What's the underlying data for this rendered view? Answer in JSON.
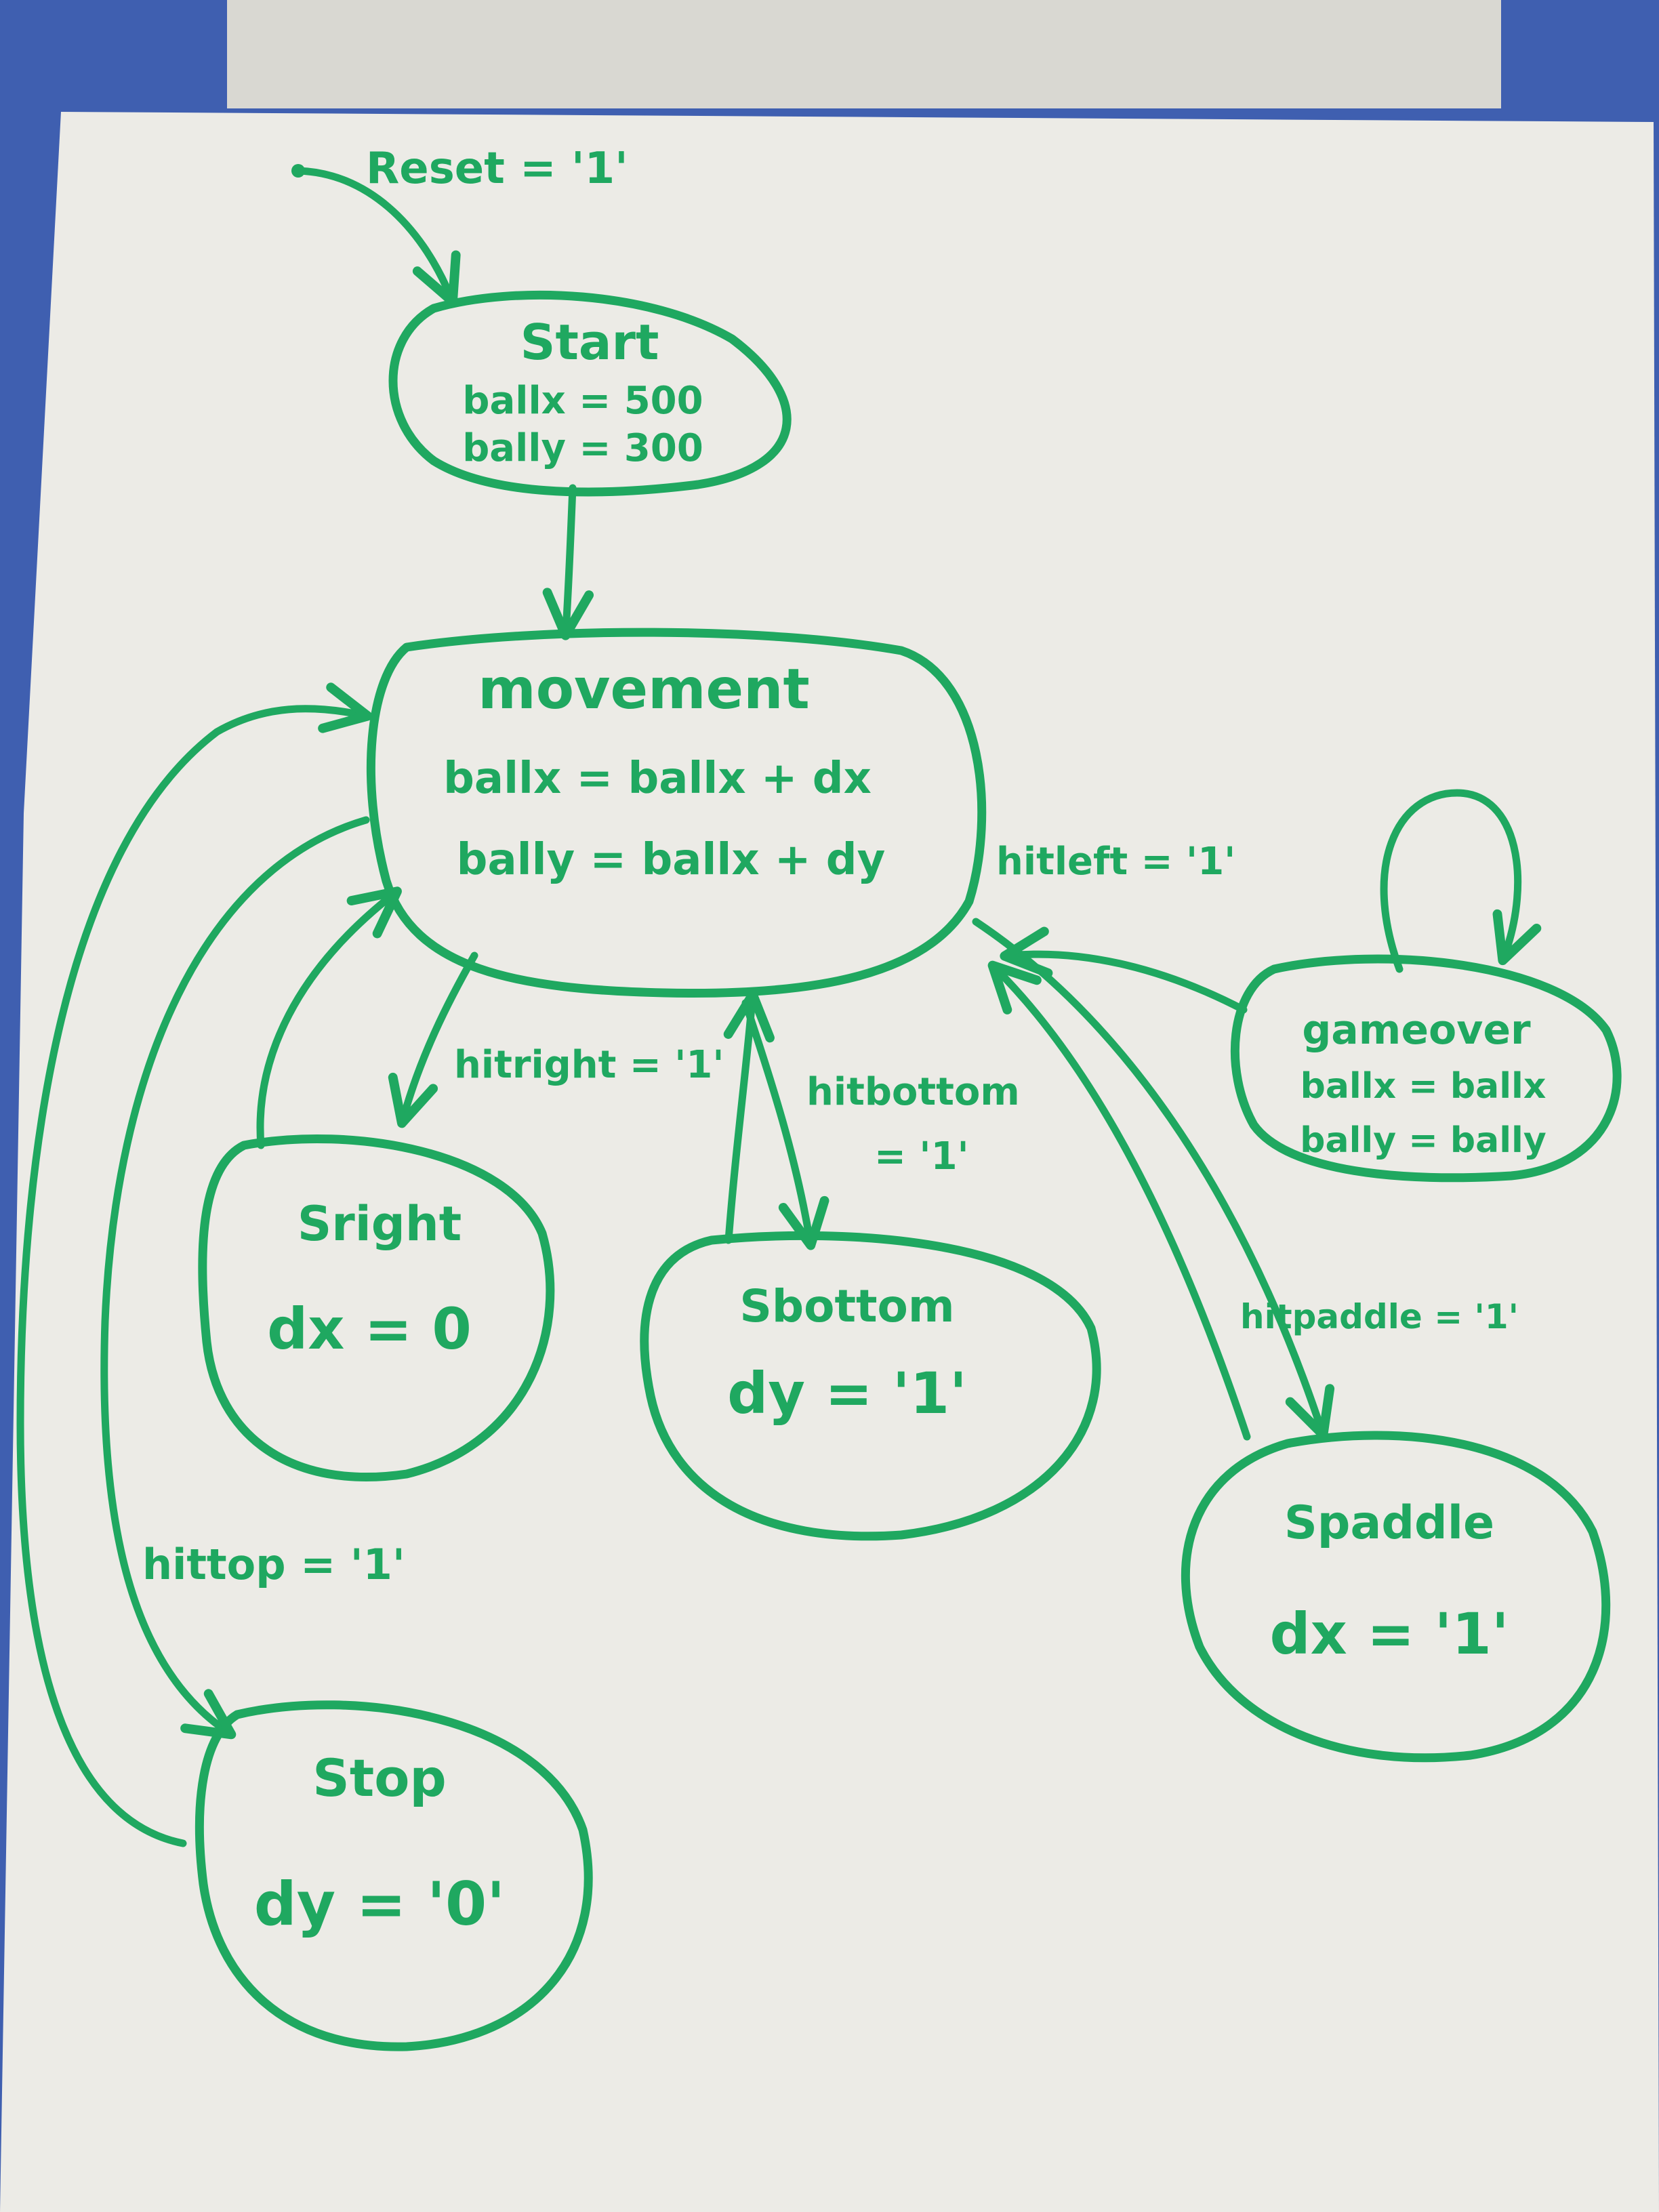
{
  "colors": {
    "background": "#3f5fb0",
    "board": "#ecebe6",
    "ink": "#1fa860"
  },
  "states": {
    "start": {
      "name": "Start",
      "lines": [
        "ballx = 500",
        "bally = 300"
      ]
    },
    "movement": {
      "name": "movement",
      "lines": [
        "ballx = ballx + dx",
        "bally = ballx + dy"
      ]
    },
    "sright": {
      "name": "Sright",
      "lines": [
        "dx = 0"
      ]
    },
    "sbottom": {
      "name": "Sbottom",
      "lines": [
        "dy = '1'"
      ]
    },
    "stop": {
      "name": "Stop",
      "lines": [
        "dy = '0'"
      ]
    },
    "gameover": {
      "name": "gameover",
      "lines": [
        "ballx = ballx",
        "bally = bally"
      ]
    },
    "spaddle": {
      "name": "Spaddle",
      "lines": [
        "dx = '1'"
      ]
    }
  },
  "transitions": {
    "reset": "Reset = '1'",
    "hitright": "hitright = '1'",
    "hitbottom_1": "hitbottom",
    "hitbottom_2": "= '1'",
    "hitleft": "hitleft = '1'",
    "hitpaddle": "hitpaddle = '1'",
    "hittop": "hittop = '1'"
  }
}
